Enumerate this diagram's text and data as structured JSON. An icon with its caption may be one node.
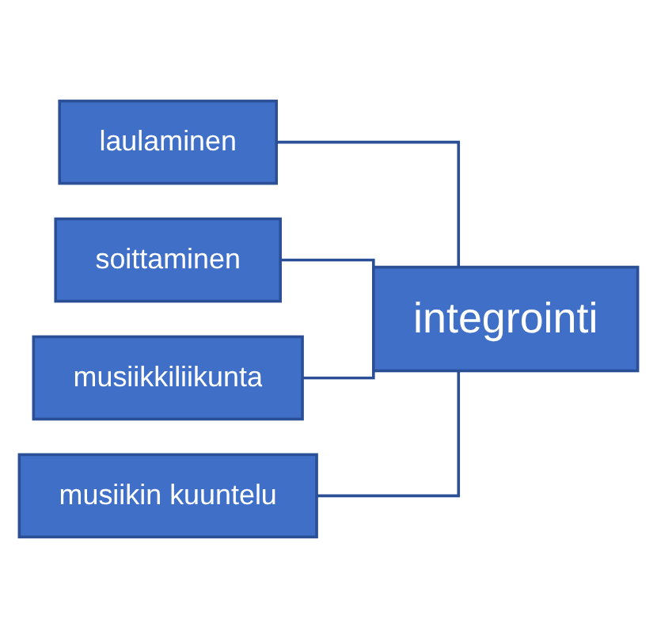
{
  "diagram": {
    "nodes": [
      {
        "text": [
          "laulaminen"
        ]
      },
      {
        "text": [
          "soittaminen"
        ]
      },
      {
        "text": [
          "musiikkiliikunta"
        ]
      },
      {
        "text": [
          "musiikin kuuntelu"
        ]
      },
      {
        "text": [
          "integrointi"
        ]
      }
    ],
    "edges": [
      {
        "from": 0,
        "to": 4,
        "arrow": "none"
      },
      {
        "from": 1,
        "to": 4,
        "arrow": "none"
      },
      {
        "from": 2,
        "to": 4,
        "arrow": "none"
      },
      {
        "from": 3,
        "to": 4,
        "arrow": "none"
      }
    ]
  }
}
